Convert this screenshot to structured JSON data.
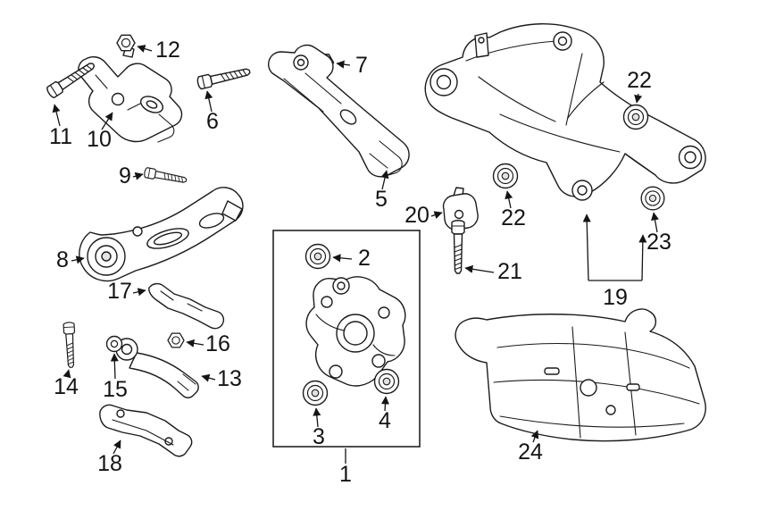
{
  "diagram": {
    "background_color": "#ffffff",
    "line_color": "#1b1b1b",
    "callouts": {
      "c1": "1",
      "c2": "2",
      "c3": "3",
      "c4": "4",
      "c5": "5",
      "c6": "6",
      "c7": "7",
      "c8": "8",
      "c9": "9",
      "c10": "10",
      "c11": "11",
      "c12": "12",
      "c13": "13",
      "c14": "14",
      "c15": "15",
      "c16": "16",
      "c17": "17",
      "c18": "18",
      "c19": "19",
      "c20": "20",
      "c21": "21",
      "c22_upper": "22",
      "c22_lower": "22",
      "c23": "23",
      "c24": "24"
    }
  }
}
